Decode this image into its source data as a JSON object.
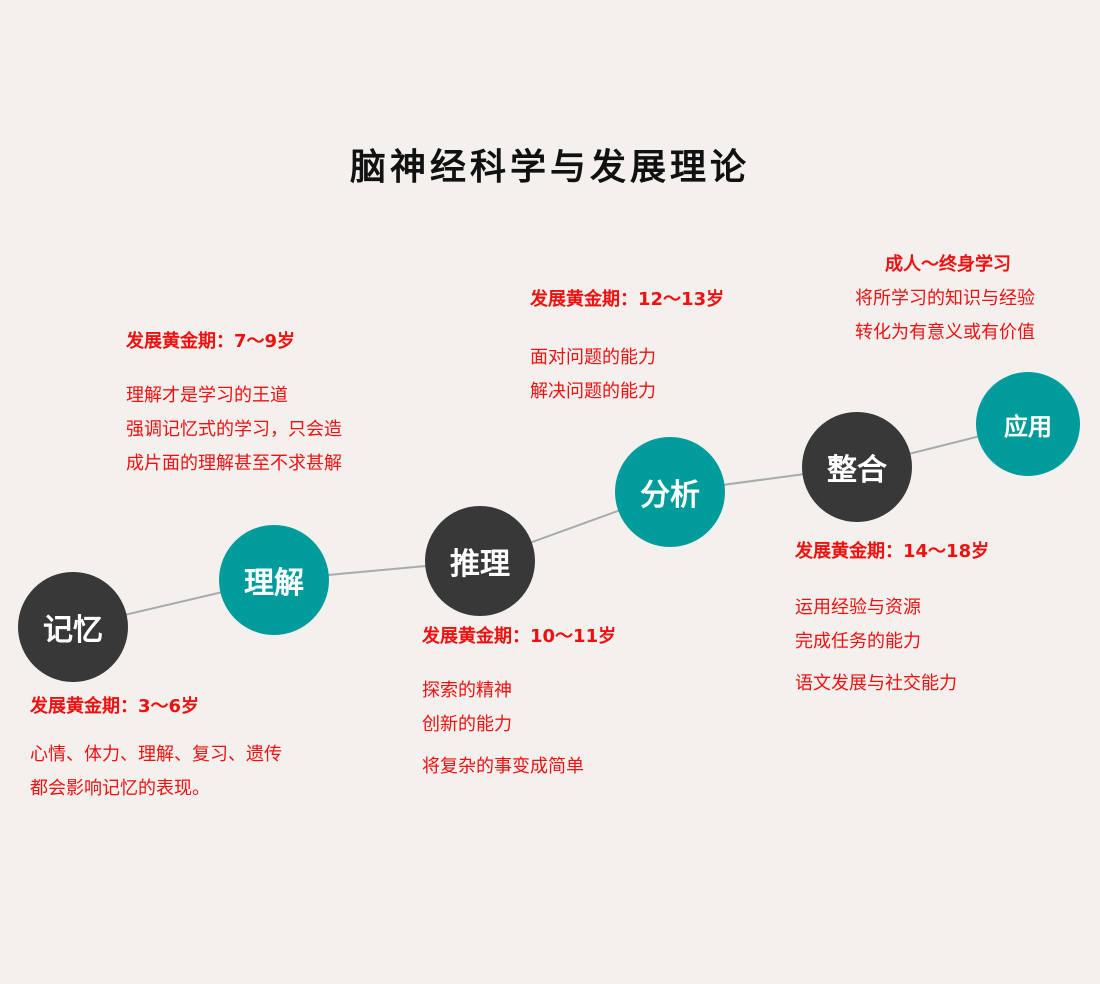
{
  "title": "脑神经科学与发展理论",
  "colors": {
    "teal": "#009b9b",
    "dark": "#383838",
    "text": "#f01010"
  },
  "stages": [
    {
      "name": "记忆",
      "period": "发展黄金期：3～6岁",
      "lines": [
        "心情、体力、理解、复习、遗传",
        "都会影响记忆的表现。"
      ]
    },
    {
      "name": "理解",
      "period": "发展黄金期：7～9岁",
      "lines": [
        "理解才是学习的王道",
        "强调记忆式的学习，只会造",
        "成片面的理解甚至不求甚解"
      ]
    },
    {
      "name": "推理",
      "period": "发展黄金期：10～11岁",
      "lines": [
        "探索的精神",
        "创新的能力",
        "将复杂的事变成简单"
      ]
    },
    {
      "name": "分析",
      "period": "发展黄金期：12～13岁",
      "lines": [
        "面对问题的能力",
        "解决问题的能力"
      ]
    },
    {
      "name": "整合",
      "period": "发展黄金期：14～18岁",
      "lines": [
        "运用经验与资源",
        "完成任务的能力",
        "语文发展与社交能力"
      ]
    },
    {
      "name": "应用",
      "period": "成人～终身学习",
      "lines": [
        "将所学习的知识与经验",
        "转化为有意义或有价值"
      ]
    }
  ]
}
